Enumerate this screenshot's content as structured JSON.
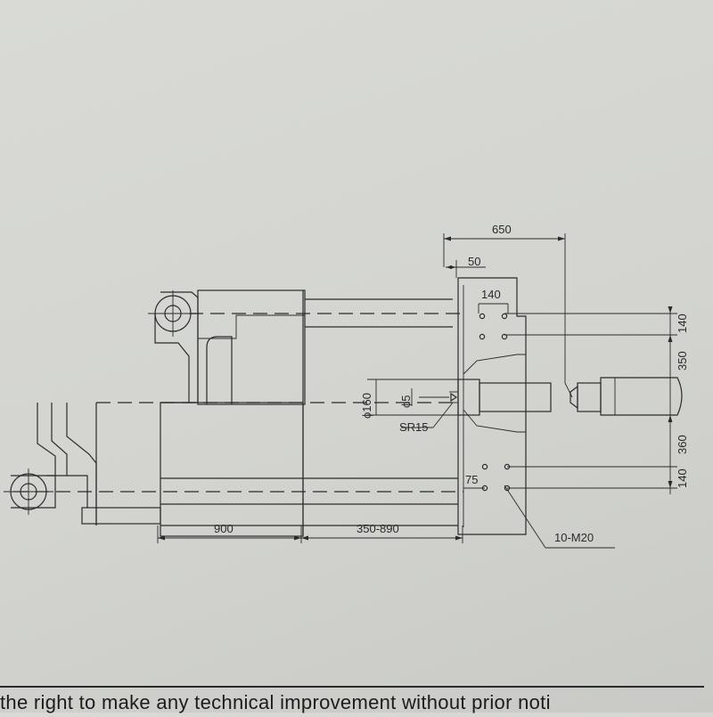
{
  "dimensions": {
    "d650": "650",
    "d50": "50",
    "d140_top": "140",
    "d140_right": "140",
    "d350": "350",
    "d360": "360",
    "d140_bottom": "140",
    "d75": "75",
    "phi160": "ϕ160",
    "phi5": "ϕ5",
    "sr15": "SR15",
    "thread": "10-M20",
    "d900": "900",
    "d350_890": "350-890"
  },
  "footer_text": "the right to  make any technical improvement without prior noti"
}
